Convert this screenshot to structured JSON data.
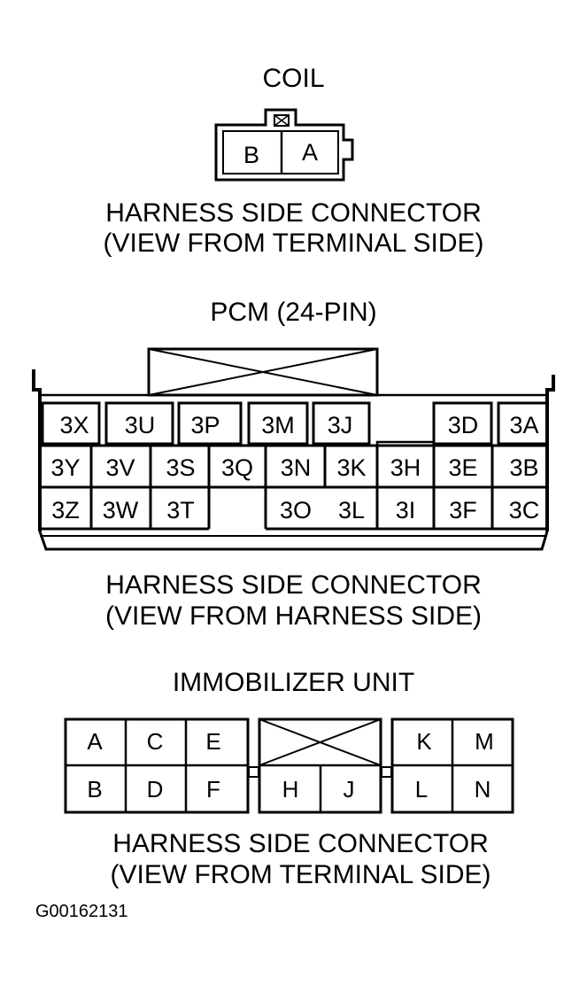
{
  "coil": {
    "title": "COIL",
    "pins": [
      "B",
      "A"
    ],
    "caption_line1": "HARNESS SIDE CONNECTOR",
    "caption_line2": "(VIEW FROM TERMINAL SIDE)"
  },
  "pcm": {
    "title": "PCM (24-PIN)",
    "pins": [
      "3X",
      "3U",
      "3P",
      "3M",
      "3J",
      "3D",
      "3A",
      "3Y",
      "3V",
      "3S",
      "3Q",
      "3N",
      "3K",
      "3H",
      "3E",
      "3B",
      "3Z",
      "3W",
      "3T",
      "3O",
      "3L",
      "3I",
      "3F",
      "3C"
    ],
    "caption_line1": "HARNESS SIDE CONNECTOR",
    "caption_line2": "(VIEW FROM HARNESS SIDE)"
  },
  "immobilizer": {
    "title": "IMMOBILIZER UNIT",
    "pins": [
      "A",
      "C",
      "E",
      "K",
      "M",
      "B",
      "D",
      "F",
      "H",
      "J",
      "L",
      "N"
    ],
    "caption_line1": "HARNESS SIDE CONNECTOR",
    "caption_line2": "(VIEW FROM TERMINAL SIDE)"
  },
  "figure_code": "G00162131"
}
